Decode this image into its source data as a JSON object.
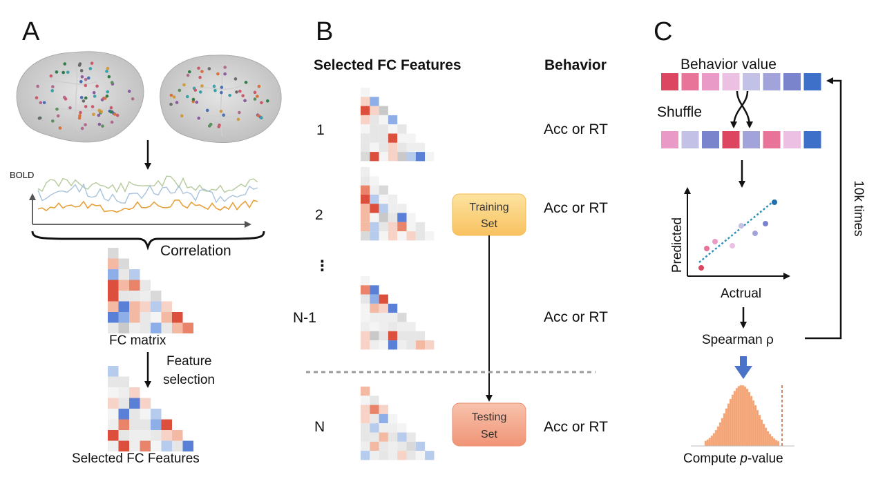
{
  "panel_a": {
    "letter": "A",
    "bold_label": "BOLD",
    "correlation": "Correlation",
    "fc_matrix": "FC matrix",
    "feature_selection_line1": "Feature",
    "feature_selection_line2": "selection",
    "selected_features": "Selected FC Features"
  },
  "panel_b": {
    "letter": "B",
    "col_features": "Selected FC Features",
    "col_behavior": "Behavior",
    "rows": [
      {
        "index": "1",
        "behavior": "Acc or RT"
      },
      {
        "index": "2",
        "behavior": "Acc or RT"
      },
      {
        "index": "N-1",
        "behavior": "Acc or RT"
      },
      {
        "index": "N",
        "behavior": "Acc or RT"
      }
    ],
    "training_line1": "Training",
    "training_line2": "Set",
    "testing_line1": "Testing",
    "testing_line2": "Set",
    "ellipsis": "⋮",
    "training_color": "#fbd27e",
    "testing_color": "#f5a98e"
  },
  "panel_c": {
    "letter": "C",
    "behavior_value": "Behavior value",
    "shuffle": "Shuffle",
    "predicted": "Predicted",
    "actual": "Actrual",
    "spearman": "Spearman ρ",
    "compute_pre": "Compute ",
    "compute_p": "p",
    "compute_post": "-value",
    "repeat": "10k times",
    "behavior_colors": [
      "#dc4660",
      "#e8749a",
      "#e99ac7",
      "#ecc0e2",
      "#c3c1e6",
      "#a3a3db",
      "#7a84cd",
      "#3e6fc9"
    ],
    "shuffled_colors": [
      "#e99ac7",
      "#c3c1e6",
      "#7a84cd",
      "#dc4660",
      "#a3a3db",
      "#e8749a",
      "#ecc0e2",
      "#3e6fc9"
    ],
    "histogram_color": "#f3a273",
    "arrow_blue": "#4a72c9"
  }
}
